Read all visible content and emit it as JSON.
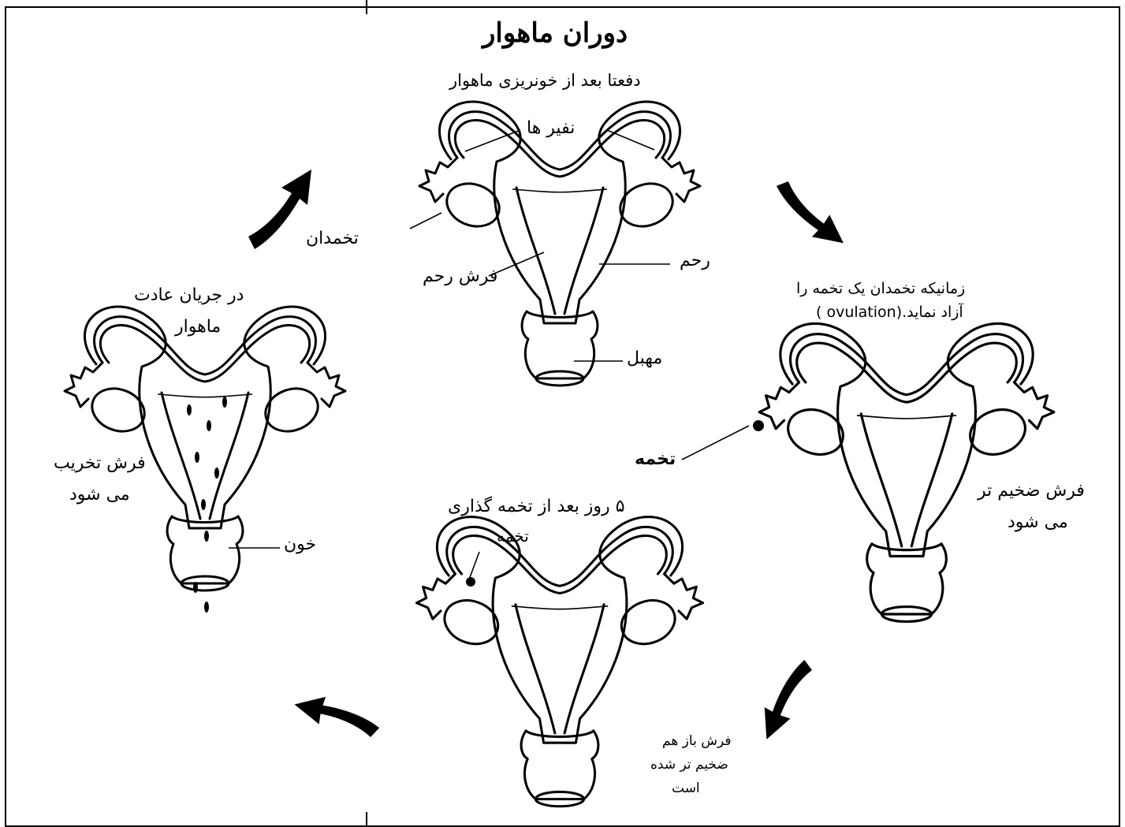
{
  "title": "دوران ماهوار",
  "stages": {
    "top": {
      "heading": "دفعتا بعد از خونریزی ماهوار",
      "labels": {
        "tubes": "نفیر ها",
        "ovary": "تخمدان",
        "uterus": "رحم",
        "lining": "فرش رحم",
        "vagina": "مهبل"
      }
    },
    "right": {
      "heading_line1": "زمانیکه تخمدان یک تخمه را",
      "heading_line2": "آزاد نماید.(ovulation )",
      "labels": {
        "egg": "تخمه",
        "lining_line1": "فرش ضخیم تر",
        "lining_line2": "می شود"
      }
    },
    "bottom": {
      "heading": "۵ روز بعد از تخمه گذاری",
      "labels": {
        "egg": "تخمه",
        "lining_line1": "فرش باز هم",
        "lining_line2": "ضخیم تر شده",
        "lining_line3": "است"
      }
    },
    "left": {
      "heading_line1": "در جریان عادت",
      "heading_line2": "ماهوار",
      "labels": {
        "lining_line1": "فرش تخریب",
        "lining_line2": "می شود",
        "blood": "خون"
      }
    }
  },
  "arrows": [
    "top-left-to-top",
    "top-to-right",
    "right-to-bottom",
    "bottom-to-left"
  ],
  "colors": {
    "ink": "#000000",
    "paper": "#ffffff"
  }
}
